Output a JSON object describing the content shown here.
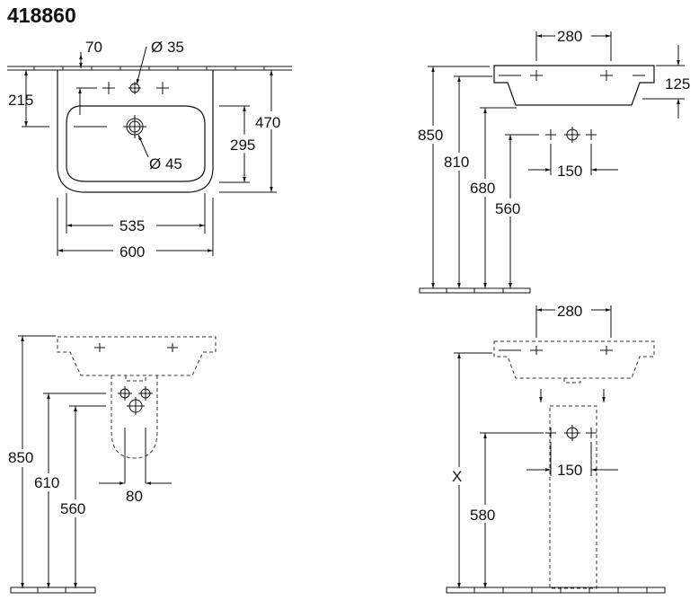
{
  "title": "418860",
  "top_view": {
    "d70": "70",
    "d35": "Ø 35",
    "d215": "215",
    "d470": "470",
    "d295": "295",
    "d45": "Ø 45",
    "d535": "535",
    "d600": "600"
  },
  "side_view": {
    "d280": "280",
    "d125": "125",
    "d850": "850",
    "d810": "810",
    "d680": "680",
    "d560": "560",
    "d150": "150"
  },
  "siphon_view": {
    "d850": "850",
    "d610": "610",
    "d560": "560",
    "d80": "80"
  },
  "pedestal_view": {
    "d280": "280",
    "dx": "X",
    "d580": "580",
    "d150": "150"
  }
}
